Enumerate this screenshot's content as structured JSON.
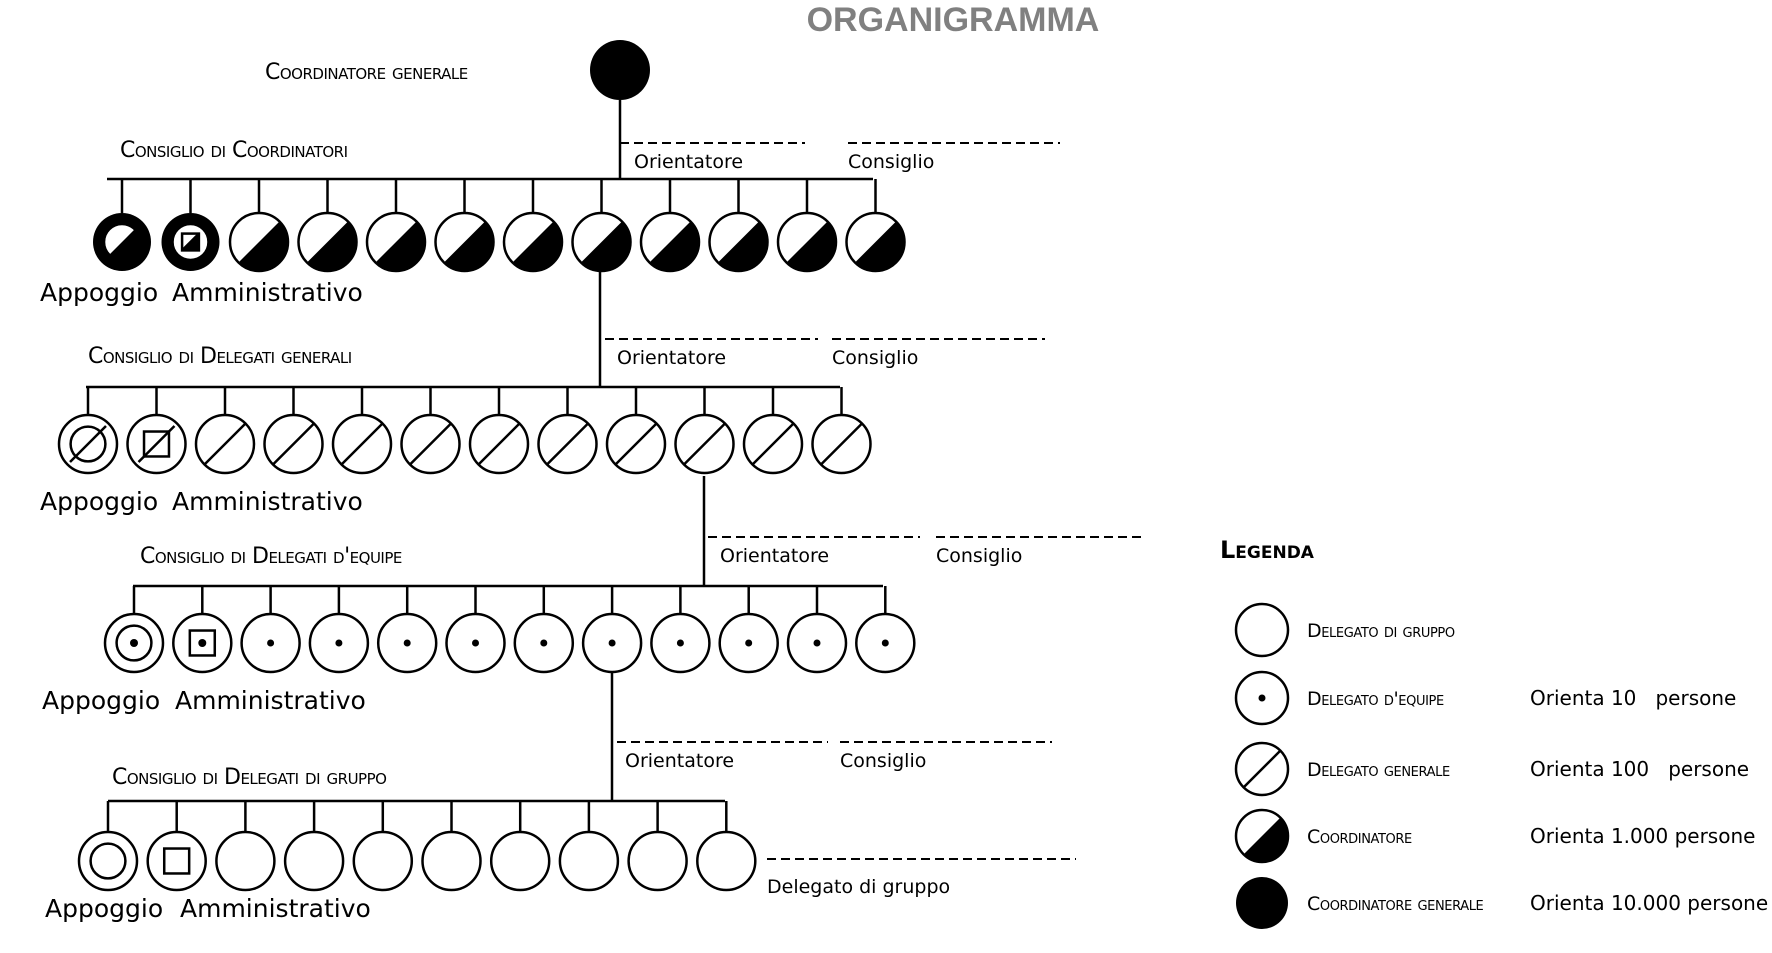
{
  "title": "ORGANIGRAMMA",
  "top_node": {
    "label": "Coordinatore generale",
    "symbol": "coordinatore-generale"
  },
  "levels": [
    {
      "council": "Consiglio di Coordinatori",
      "orientatore": "Orientatore",
      "consiglio": "Consiglio",
      "support": [
        "Appoggio",
        "Amministrativo"
      ],
      "symbol": "coordinatore",
      "members": 12
    },
    {
      "council": "Consiglio di Delegati generali",
      "orientatore": "Orientatore",
      "consiglio": "Consiglio",
      "support": [
        "Appoggio",
        "Amministrativo"
      ],
      "symbol": "delegato-generale",
      "members": 12
    },
    {
      "council": "Consiglio di Delegati d'equipe",
      "orientatore": "Orientatore",
      "consiglio": "Consiglio",
      "support": [
        "Appoggio",
        "Amministrativo"
      ],
      "symbol": "delegato-equipe",
      "members": 12
    },
    {
      "council": "Consiglio di Delegati di gruppo",
      "orientatore": "Orientatore",
      "consiglio": "Consiglio",
      "support": [
        "Appoggio",
        "Amministrativo"
      ],
      "symbol": "delegato-gruppo",
      "members": 10,
      "tail_label": "Delegato di gruppo"
    }
  ],
  "legend": {
    "title": "Legenda",
    "items": [
      {
        "symbol": "delegato-gruppo",
        "name": "Delegato di gruppo",
        "desc": ""
      },
      {
        "symbol": "delegato-equipe",
        "name": "Delegato d'equipe",
        "desc": "Orienta 10   persone"
      },
      {
        "symbol": "delegato-generale",
        "name": "Delegato generale",
        "desc": "Orienta 100   persone"
      },
      {
        "symbol": "coordinatore",
        "name": "Coordinatore",
        "desc": "Orienta 1.000 persone"
      },
      {
        "symbol": "coordinatore-generale",
        "name": "Coordinatore generale",
        "desc": "Orienta 10.000 persone"
      }
    ]
  },
  "colors": {
    "ink": "#000000",
    "title": "#808080",
    "background": "#ffffff"
  }
}
